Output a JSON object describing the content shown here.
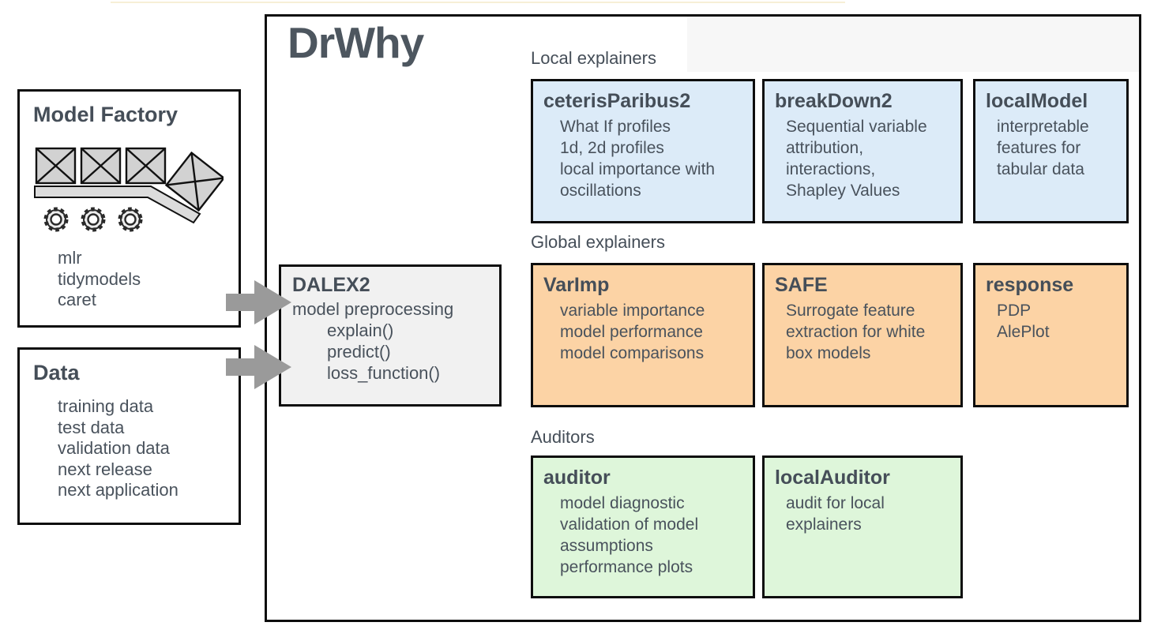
{
  "title": "DrWhy",
  "model_factory": {
    "title": "Model Factory",
    "icon": "factory-conveyor-icon",
    "items": "mlr\ntidymodels\ncaret"
  },
  "data_box": {
    "title": "Data",
    "items": "training data\ntest data\nvalidation data\nnext release\nnext application"
  },
  "dalex2": {
    "title": "DALEX2",
    "subtitle": "model preprocessing",
    "functions": "explain()\npredict()\nloss_function()"
  },
  "local_explainers": {
    "label": "Local explainers",
    "fill_color": "#dcebf8",
    "boxes": [
      {
        "title": "ceterisParibus2",
        "body": "What If profiles\n1d, 2d profiles\nlocal importance with\noscillations"
      },
      {
        "title": "breakDown2",
        "body": "Sequential variable\nattribution,\ninteractions,\nShapley Values"
      },
      {
        "title": "localModel",
        "body": "interpretable\nfeatures for\ntabular data"
      }
    ]
  },
  "global_explainers": {
    "label": "Global explainers",
    "fill_color": "#fcd3a5",
    "boxes": [
      {
        "title": "VarImp",
        "body": "variable importance\nmodel performance\nmodel comparisons"
      },
      {
        "title": "SAFE",
        "body": "Surrogate feature\nextraction for white\nbox models"
      },
      {
        "title": "response",
        "body": "PDP\nAlePlot"
      }
    ]
  },
  "auditors": {
    "label": "Auditors",
    "fill_color": "#def6da",
    "boxes": [
      {
        "title": "auditor",
        "body": "model diagnostic\nvalidation of model\nassumptions\nperformance plots"
      },
      {
        "title": "localAuditor",
        "body": "audit for local\nexplainers"
      }
    ]
  },
  "arrows": {
    "count": 2,
    "direction": "right",
    "color": "#9a9a9a"
  },
  "colors": {
    "text": "#48515b",
    "border": "#0d0d0d",
    "dalex_fill": "#f1f1f1"
  }
}
